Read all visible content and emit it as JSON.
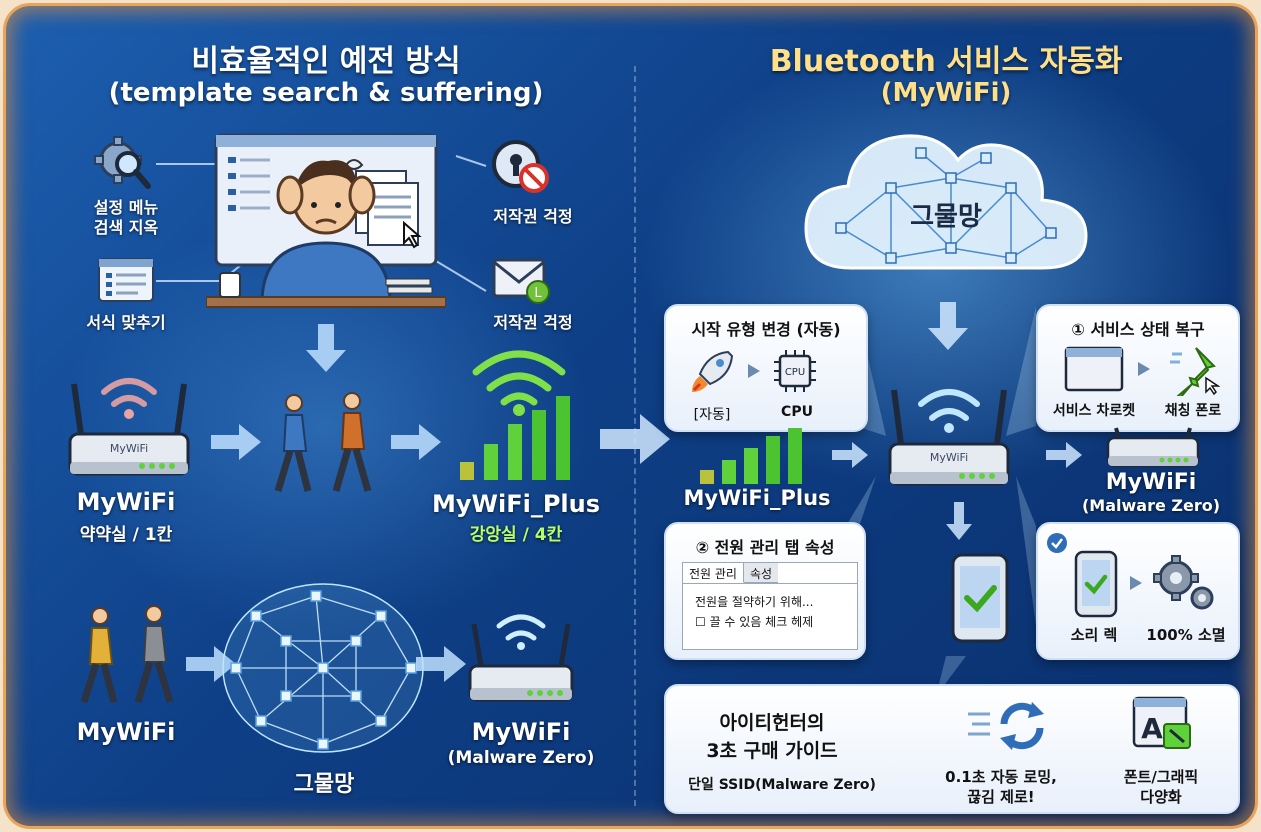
{
  "left": {
    "title": "비효율적인 예전 방식",
    "subtitle": "(template search & suffering)",
    "icons": {
      "settings": "설정 메뉴\n검색 지옥",
      "format": "서식 맞추기",
      "copyright1": "저작권 걱정",
      "copyright2": "저작권 걱정"
    },
    "router1": {
      "brand": "MyWiFi",
      "name": "MyWiFi",
      "sub": "약약실 / 1칸"
    },
    "plus": {
      "name": "MyWiFi_Plus",
      "sub": "강앙실 / 4칸"
    },
    "walk_label": "MyWiFi",
    "mesh_label": "그물망",
    "router2": {
      "name": "MyWiFi",
      "sub": "(Malware Zero)"
    }
  },
  "right": {
    "title": "Bluetooth 서비스 자동화",
    "subtitle": "(MyWiFi)",
    "cloud_label": "그물망",
    "startup": {
      "title": "시작 유형 변경 (자동)",
      "a": "[자동]",
      "b": "CPU",
      "chip": "CPU"
    },
    "plus_label": "MyWiFi_Plus",
    "center_router": "MyWiFi",
    "recover": {
      "title": "① 서비스 상태 복구",
      "a": "서비스 차로켓",
      "b": "채칭 폰로"
    },
    "router_right": {
      "name": "MyWiFi",
      "sub": "(Malware Zero)"
    },
    "power": {
      "title": "② 전원 관리 탭 속성",
      "tab1": "전원 관리",
      "tab2": "속성",
      "line1": "전원을 절약하기 위해...",
      "line2": "☐ 끌 수 있음 체크 헤제"
    },
    "sound": {
      "a": "소리 렉",
      "b": "100% 소멸"
    },
    "guide": {
      "title1": "아이티헌터의",
      "title2": "3초 구매 가이드",
      "sub": "단일 SSID(Malware Zero)",
      "roam1": "0.1초 자동 로밍,",
      "roam2": "끊김 제로!",
      "font1": "폰트/그래픽",
      "font2": "다양화"
    }
  },
  "colors": {
    "accent": "#ffe08a",
    "green": "#5fd13a",
    "bg": "#124a98"
  },
  "icon_names": [
    "gear-search-icon",
    "window-list-icon",
    "lock-ban-icon",
    "mail-icon",
    "wifi-icon",
    "router-icon",
    "walker-icon",
    "signal-bars-icon",
    "mesh-icon",
    "cloud-icon",
    "rocket-icon",
    "cpu-icon",
    "window-icon",
    "pin-icon",
    "phone-check-icon",
    "gears-icon",
    "sync-icon",
    "font-icon"
  ]
}
